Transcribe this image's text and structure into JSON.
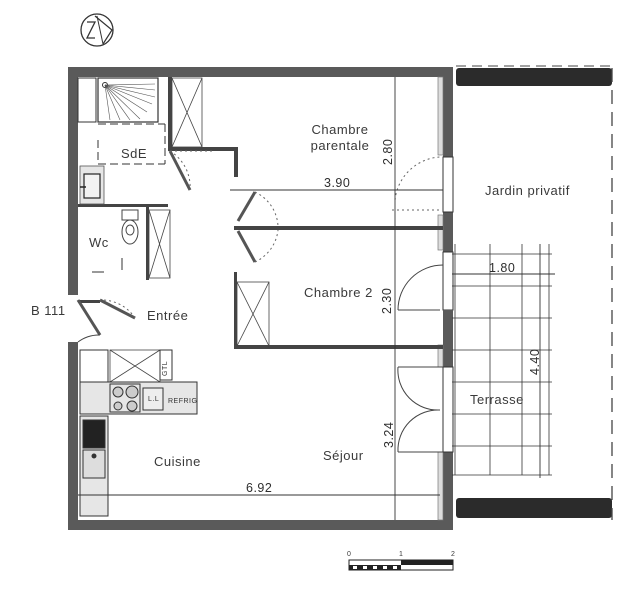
{
  "plan": {
    "lot_label": "B 111",
    "north_symbol": "N",
    "colors": {
      "wall": "#5a5a5a",
      "line": "#2a2a2a",
      "fixture_fill": "#e6e6e6",
      "hedge": "#2b2b2b",
      "text": "#3a3a3a"
    }
  },
  "rooms": {
    "sde": "SdE",
    "wc": "Wc",
    "entree": "Entrée",
    "chambre_parentale_line1": "Chambre",
    "chambre_parentale_line2": "parentale",
    "chambre2": "Chambre 2",
    "cuisine": "Cuisine",
    "sejour": "Séjour",
    "jardin": "Jardin privatif",
    "terrasse": "Terrasse"
  },
  "dimensions": {
    "chambre_parentale_height": "2.80",
    "chambre_parentale_width": "3.90",
    "chambre2_height": "2.30",
    "sejour_height": "3.24",
    "sejour_width": "6.92",
    "terrasse_width": "1.80",
    "terrasse_length": "4.40"
  },
  "appliances": {
    "fridge": "REFRIG",
    "dishwasher": "L.L",
    "gtl": "GTL"
  },
  "scale_bar": {
    "ticks": [
      "0",
      "1",
      "2"
    ]
  }
}
